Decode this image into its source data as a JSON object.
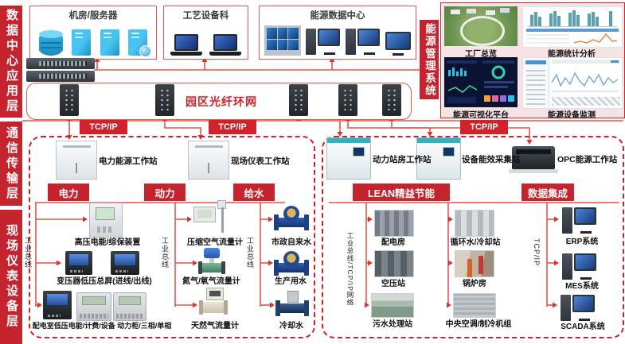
{
  "layers": {
    "app": "数据中心应用层",
    "comm": "通信传输层",
    "field": "现场仪表设备层"
  },
  "top_boxes": {
    "server_room": "机房/服务器",
    "process_dept": "工艺设备科",
    "energy_center": "能源数据中心"
  },
  "network": {
    "ring_label": "园区光纤环网",
    "tcpip": "TCP/IP"
  },
  "ems": {
    "banner": "能源管理系统",
    "factory_overview": "工厂总览",
    "stats_analysis": "能源统计分析",
    "visual_platform": "能源可视化平台",
    "device_monitor": "能源设备监测"
  },
  "workstations": {
    "power_energy": "电力能源工作站",
    "field_meter": "现场仪表工作站",
    "power_station": "动力站房工作站",
    "efficiency_collect": "设备能效采集站",
    "opc_energy": "OPC能源工作站"
  },
  "categories": {
    "power": "电力",
    "dynamics": "动力",
    "water": "给水",
    "lean": "LEAN精益节能",
    "integration": "数据集成"
  },
  "buses": {
    "industrial": "工业总线",
    "industrial_tcpip": "工业总线/TCP/IP网络",
    "tcpip": "TCP/IP"
  },
  "devices": {
    "hv_meter": "高压电能/综保装置",
    "transformer_panel": "变压器低压总屏(进线/出线)",
    "dist_room_meters": "配电室低压电能/计费/设备 动力柜/三相/单相",
    "compressed_air": "压缩空气流量计",
    "nitrogen_oxygen": "氮气/氧气流量计",
    "natural_gas": "天然气流量计",
    "municipal_water": "市政自来水",
    "production_water": "生产用水",
    "cooling_water": "冷却水",
    "power_dist_room": "配电房",
    "air_compressor": "空压站",
    "sewage_station": "污水处理站",
    "circulating_water": "循环水/冷却站",
    "boiler_room": "锅炉房",
    "central_ac": "中央空调/制冷机组",
    "erp": "ERP系统",
    "mes": "MES系统",
    "scada": "SCADA系统"
  },
  "colors": {
    "accent_red": "#c5242e",
    "line_red": "#e2574b",
    "dash_red": "#d3212b",
    "device_cyan": "#2bacdf"
  }
}
